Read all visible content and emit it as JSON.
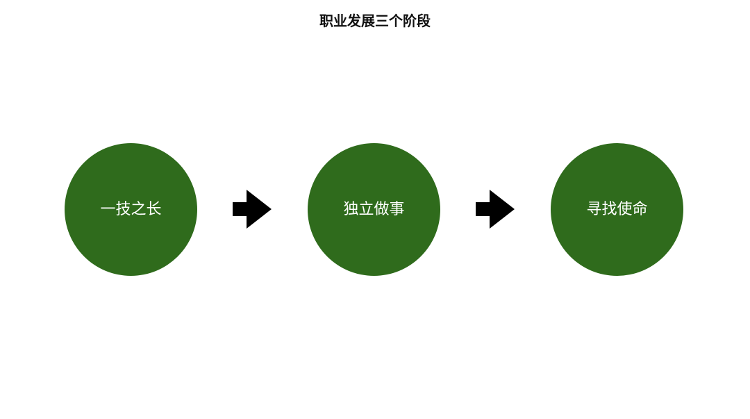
{
  "title": "职业发展三个阶段",
  "colors": {
    "stage_fill": "#2f6b1c",
    "stage_text": "#ffffff",
    "arrow": "#000000"
  },
  "stages": [
    {
      "label": "一技之长"
    },
    {
      "label": "独立做事"
    },
    {
      "label": "寻找使命"
    }
  ],
  "connectors": [
    {
      "icon": "arrow-right-icon"
    },
    {
      "icon": "arrow-right-icon"
    }
  ]
}
